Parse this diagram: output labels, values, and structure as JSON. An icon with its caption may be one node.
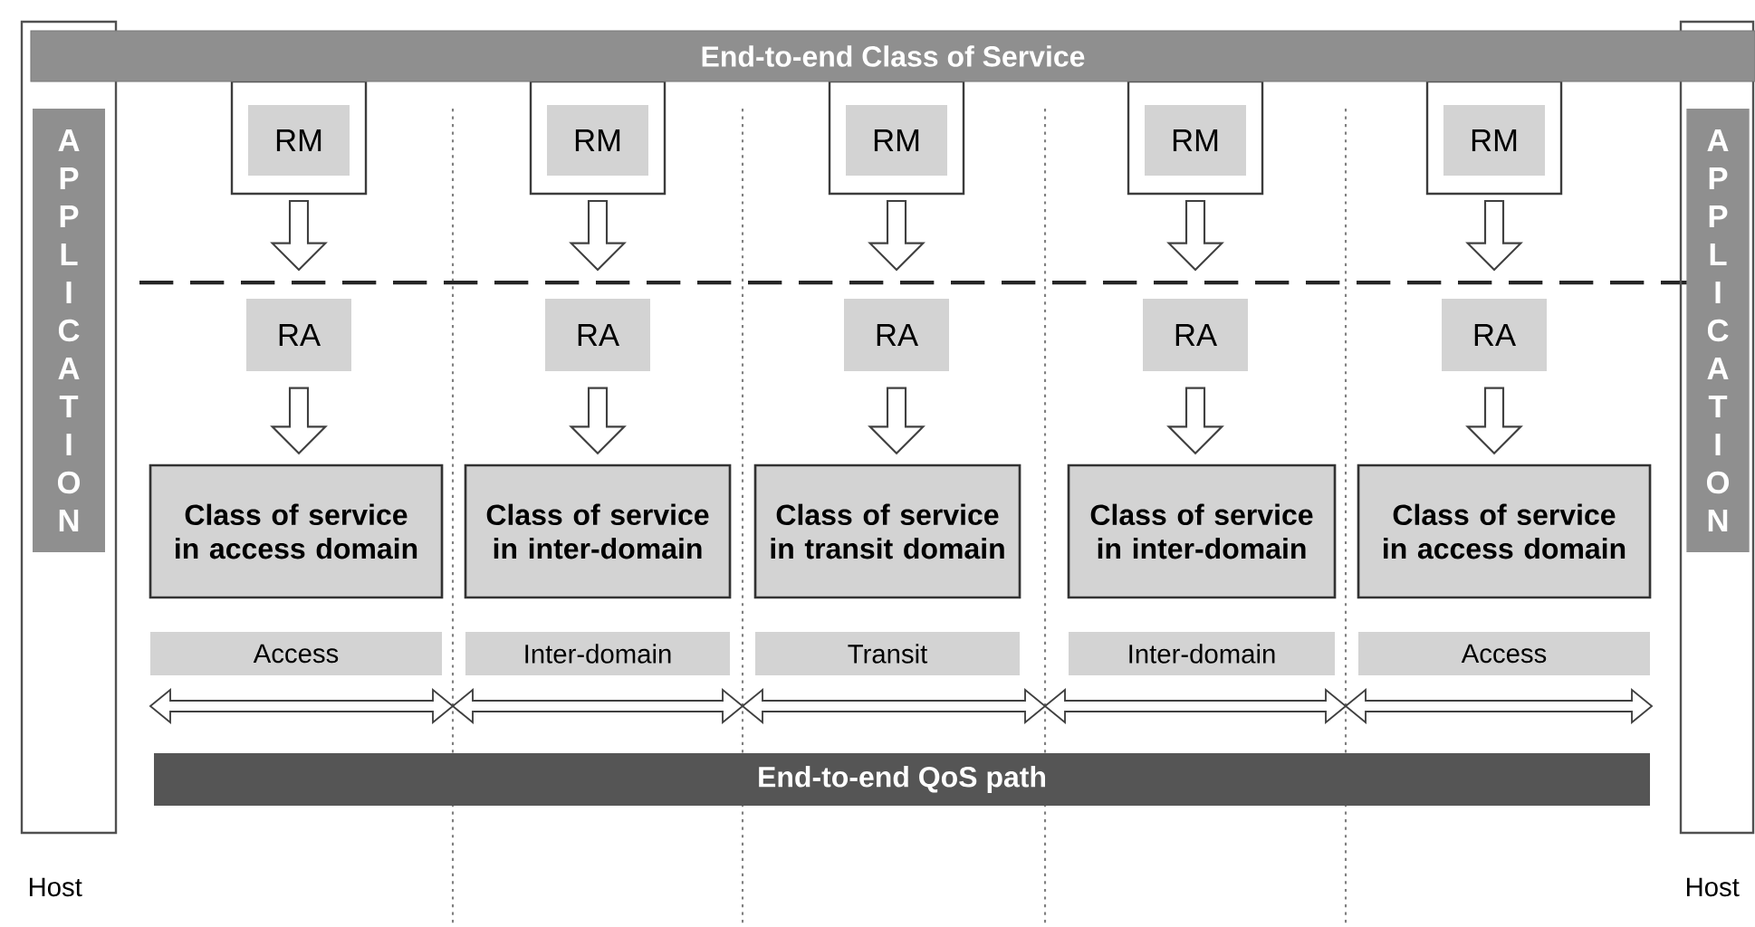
{
  "diagram": {
    "nodes": [
      {
        "text": [
          "End-to-end Class of Service"
        ]
      },
      {
        "text": [],
        "shape": "box",
        "beside": [
          "Host"
        ]
      },
      {
        "text": [
          "APPLICATION"
        ],
        "in": 1
      },
      {
        "text": [],
        "shape": "box"
      },
      {
        "text": [
          "RM"
        ],
        "in": 3
      },
      {
        "text": [
          "RA"
        ]
      },
      {
        "text": [
          "Class of service in access domain"
        ]
      },
      {
        "text": [
          "Access"
        ]
      },
      {
        "text": [],
        "shape": "box"
      },
      {
        "text": [
          "RM"
        ],
        "in": 8
      },
      {
        "text": [
          "RA"
        ]
      },
      {
        "text": [
          "Class of service in inter-domain"
        ]
      },
      {
        "text": [
          "Inter-domain"
        ]
      },
      {
        "text": [],
        "shape": "box"
      },
      {
        "text": [
          "RM"
        ],
        "in": 13
      },
      {
        "text": [
          "RA"
        ]
      },
      {
        "text": [
          "Class of service in transit domain"
        ]
      },
      {
        "text": [
          "Transit"
        ]
      },
      {
        "text": [],
        "shape": "box"
      },
      {
        "text": [
          "RM"
        ],
        "in": 18
      },
      {
        "text": [
          "RA"
        ]
      },
      {
        "text": [
          "Class of service in inter-domain"
        ]
      },
      {
        "text": [
          "Inter-domain"
        ]
      },
      {
        "text": [],
        "shape": "box"
      },
      {
        "text": [
          "RM"
        ],
        "in": 23
      },
      {
        "text": [
          "RA"
        ]
      },
      {
        "text": [
          "Class of service in access domain"
        ]
      },
      {
        "text": [
          "Access"
        ]
      },
      {
        "text": [
          "End-to-end QoS path"
        ]
      },
      {
        "text": [],
        "shape": "box",
        "beside": [
          "Host"
        ]
      },
      {
        "text": [
          "APPLICATION"
        ],
        "in": 29
      }
    ],
    "edges": [
      {
        "from": 3,
        "to": 5,
        "arrow": "to"
      },
      {
        "from": 5,
        "to": 6,
        "arrow": "to"
      },
      {
        "from": 8,
        "to": 10,
        "arrow": "to"
      },
      {
        "from": 10,
        "to": 11,
        "arrow": "to"
      },
      {
        "from": 13,
        "to": 15,
        "arrow": "to"
      },
      {
        "from": 15,
        "to": 16,
        "arrow": "to"
      },
      {
        "from": 18,
        "to": 20,
        "arrow": "to"
      },
      {
        "from": 20,
        "to": 21,
        "arrow": "to"
      },
      {
        "from": 23,
        "to": 25,
        "arrow": "to"
      },
      {
        "from": 25,
        "to": 26,
        "arrow": "to"
      }
    ]
  }
}
